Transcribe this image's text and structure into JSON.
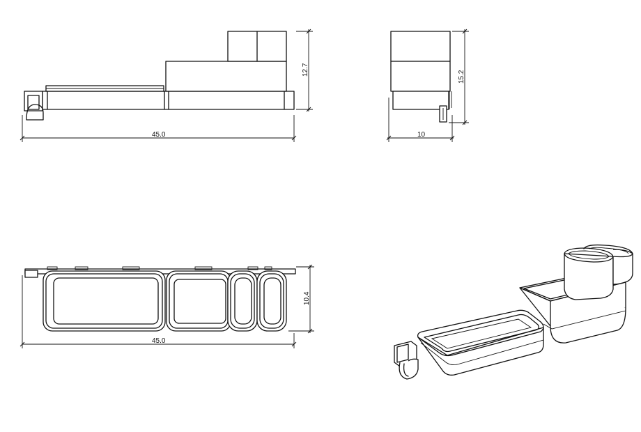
{
  "dimensions": {
    "front_length": "45.0",
    "front_height": "12.7",
    "side_width": "10",
    "side_height": "15.2",
    "top_length": "45.0",
    "top_depth": "10.4"
  }
}
